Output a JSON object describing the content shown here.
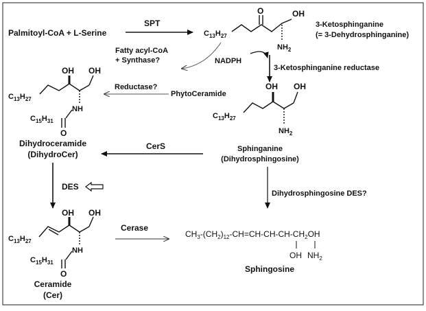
{
  "reactants": "Palmitoyl-CoA + L-Serine",
  "enzymes": {
    "spt": "SPT",
    "nadph": "NADPH",
    "kdsr": "3-Ketosphinganine reductase",
    "fatty_acyl_1": "Fatty acyl-CoA",
    "fatty_acyl_2": "+ Synthase?",
    "reductase": "Reductase?",
    "phytoceramide": "PhytoCeramide",
    "cers": "CerS",
    "des": "DES",
    "dihydro_des": "Dihydrosphingosine DES?",
    "cerase": "Cerase"
  },
  "compounds": {
    "ketosphinganine_1": "3-Ketosphinganine",
    "ketosphinganine_2": "(= 3-Dehydrosphinganine)",
    "sphinganine_1": "Sphinganine",
    "sphinganine_2": "(Dihydrosphingosine)",
    "dihydroceramide_1": "Dihydroceramide",
    "dihydroceramide_2": "(DihydroCer)",
    "ceramide_1": "Ceramide",
    "ceramide_2": "(Cer)",
    "sphingosine": "Sphingosine"
  },
  "atoms": {
    "o": "O",
    "oh": "OH",
    "nh2": "NH",
    "nh": "NH",
    "c13": "C",
    "c13_sub": "13",
    "h27": "H",
    "h27_sub": "27",
    "c15": "C",
    "c15_sub": "15",
    "h31": "H",
    "h31_sub": "31",
    "two": "2"
  },
  "sphingosine_formula": {
    "p1": "CH",
    "s1": "3",
    "p2": "-(CH",
    "s2": "2",
    "p3": ")",
    "s3": "12",
    "p4": "-CH=CH-CH-CH-CH",
    "s4": "2",
    "p5": "OH",
    "oh": "OH",
    "nh": "NH",
    "nh_sub": "2"
  }
}
